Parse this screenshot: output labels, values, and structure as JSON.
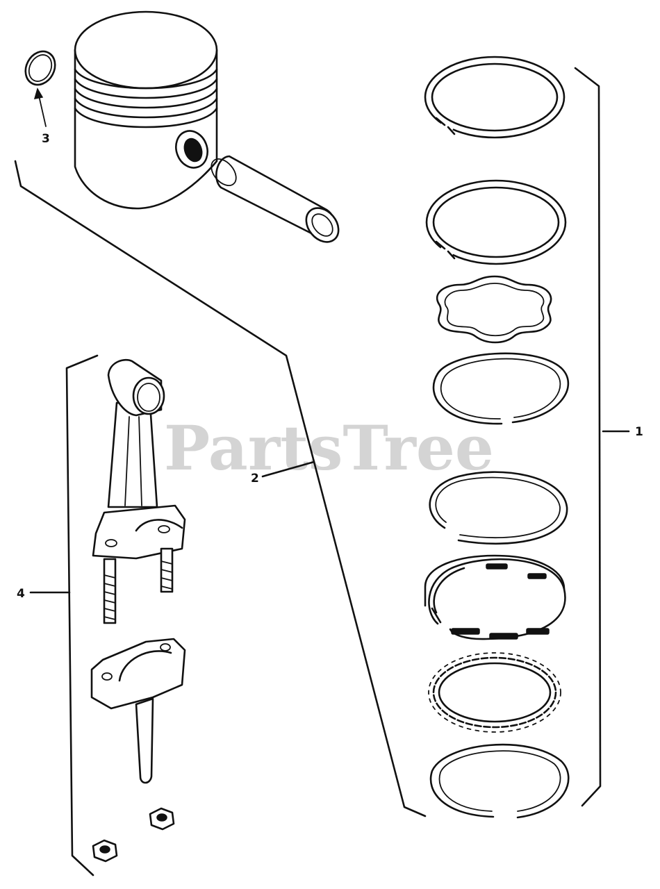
{
  "watermark": "PartsTree",
  "callouts": {
    "c1": "1",
    "c2": "2",
    "c3": "3",
    "c4": "4"
  },
  "colors": {
    "ink": "#111111",
    "watermark": "#d4d4d4",
    "background": "#ffffff"
  }
}
